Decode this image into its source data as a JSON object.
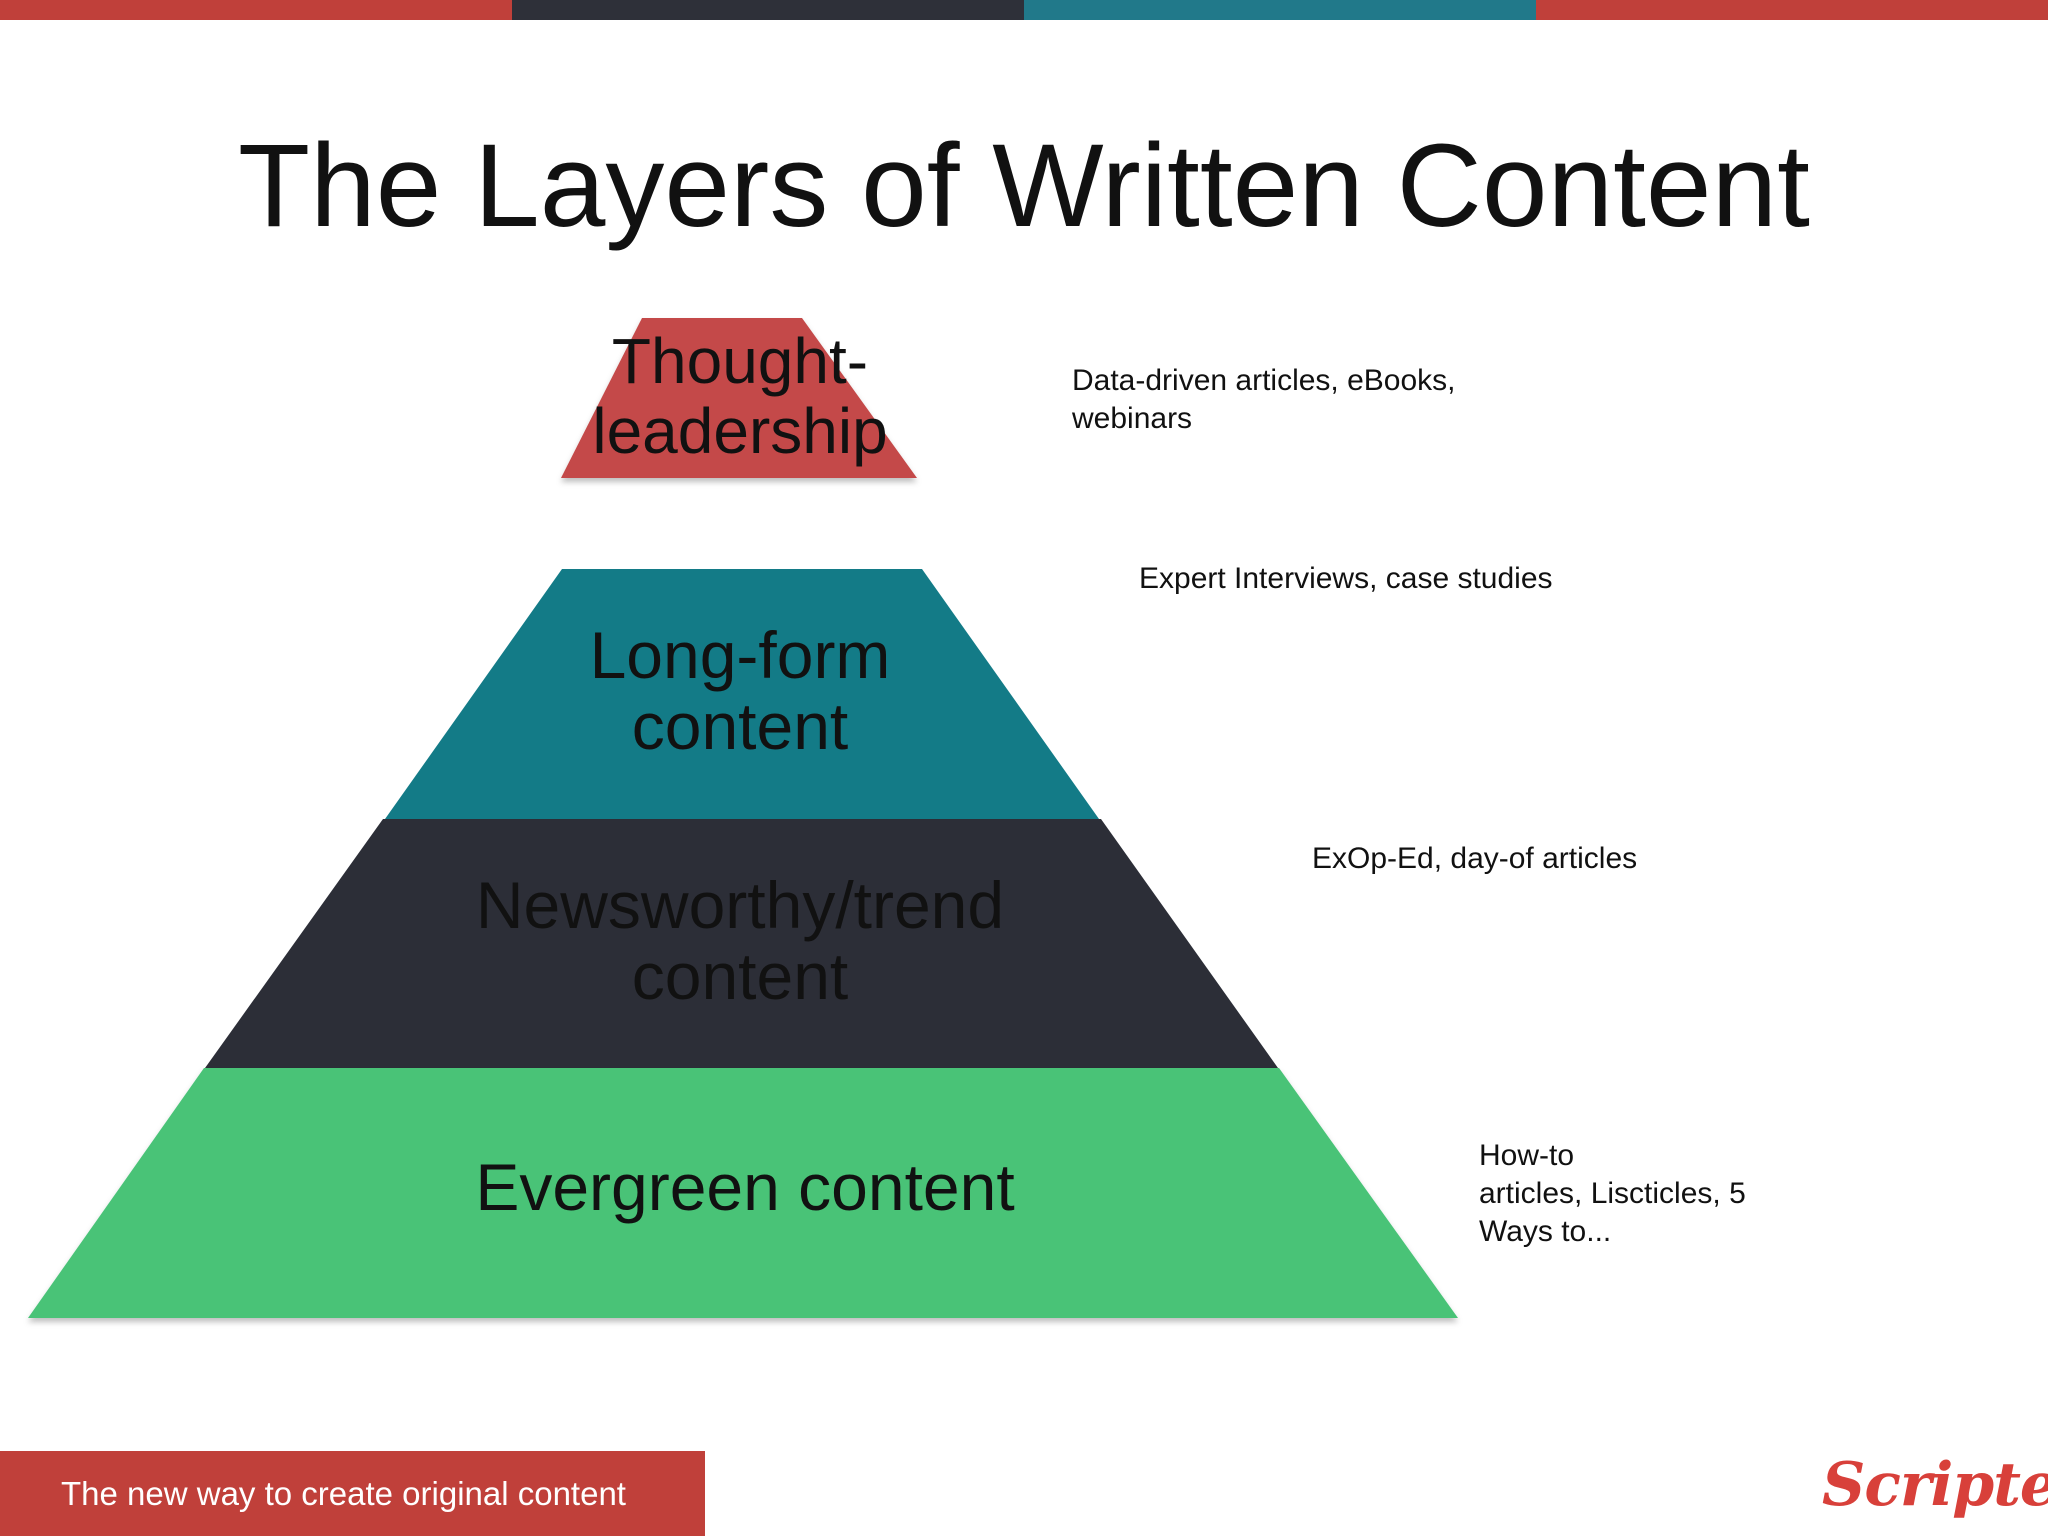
{
  "top_bar_colors": [
    "#c0403a",
    "#2e3039",
    "#21798a",
    "#c0403a"
  ],
  "title": "The Layers of Written Content",
  "layers": [
    {
      "label_lines": [
        "Thought-",
        "leadership"
      ],
      "color": "#c44a48",
      "description_lines": [
        "Data-driven articles, eBooks,",
        "webinars"
      ]
    },
    {
      "label_lines": [
        "Long-form",
        "content"
      ],
      "color": "#137b87",
      "description_lines": [
        "Expert Interviews, case studies"
      ]
    },
    {
      "label_lines": [
        "Newsworthy/trend",
        "content"
      ],
      "color": "#2c2e37",
      "description_lines": [
        "ExOp-Ed, day-of articles"
      ]
    },
    {
      "label_lines": [
        "Evergreen content"
      ],
      "color": "#48c377",
      "description_lines": [
        "How-to",
        "articles, Liscticles, 5",
        "Ways to..."
      ]
    }
  ],
  "footer": {
    "tagline": "The new way to create original content"
  },
  "logo_text": "Scripted"
}
